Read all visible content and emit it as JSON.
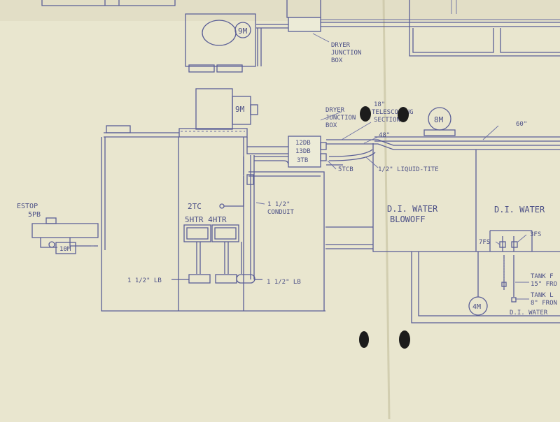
{
  "labels": {
    "motor_9m_top": "9M",
    "dryer_jbox_top": [
      "DRYER",
      "JUNCTION",
      "BOX"
    ],
    "motor_9m": "9M",
    "dryer_jbox": [
      "DRYER",
      "JUNCTION",
      "BOX"
    ],
    "telescoping": [
      "18\"",
      "TELESCOPING",
      "SECTION"
    ],
    "motor_8m": "8M",
    "len_48": "48\"",
    "len_60": "60\"",
    "jbox_contents": [
      "12DB",
      "13DB",
      "3TB"
    ],
    "tcb": "5TCB",
    "liquid_tite": "1/2\" LIQUID-TITE",
    "estop": [
      "ESTOP",
      "5PB"
    ],
    "motor_10m": "10M",
    "tc": "2TC",
    "conduit": [
      "1 1/2\"",
      "CONDUIT"
    ],
    "heaters": "5HTR 4HTR",
    "lb_left": "1 1/2\" LB",
    "lb_right": "1 1/2\" LB",
    "di_blowoff": [
      "D.I. WATER",
      "BLOWOFF"
    ],
    "di_water_right": "D.I. WATER",
    "fs7": "7FS",
    "fs3": "3FS",
    "tank_f": [
      "TANK F",
      "15\" FRO"
    ],
    "tank_l": [
      "TANK L",
      "8\" FRON"
    ],
    "motor_4m": "4M",
    "di_water_bottom": "D.I. WATER"
  },
  "colors": {
    "paper": "#e9e6cf",
    "ink": "#5a5e96",
    "hole": "#1c1c1c"
  }
}
